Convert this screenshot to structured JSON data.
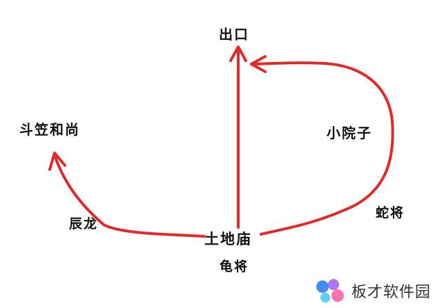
{
  "labels": {
    "exit": "出口",
    "douli": "斗笠和尚",
    "yard": "小院子",
    "snake": "蛇将",
    "dragon": "辰龙",
    "temple": "土地庙",
    "turtle": "龟将"
  },
  "watermark": {
    "text": "板才软件园",
    "logo_icon": "bubble-logo-icon"
  },
  "colors": {
    "arrow": "#e02a2a",
    "text": "#111111",
    "logo_blue": "#2f7df6",
    "logo_purple": "#9b5cf6",
    "logo_pink": "#ff5aa0",
    "logo_cyan": "#37c9f0"
  }
}
